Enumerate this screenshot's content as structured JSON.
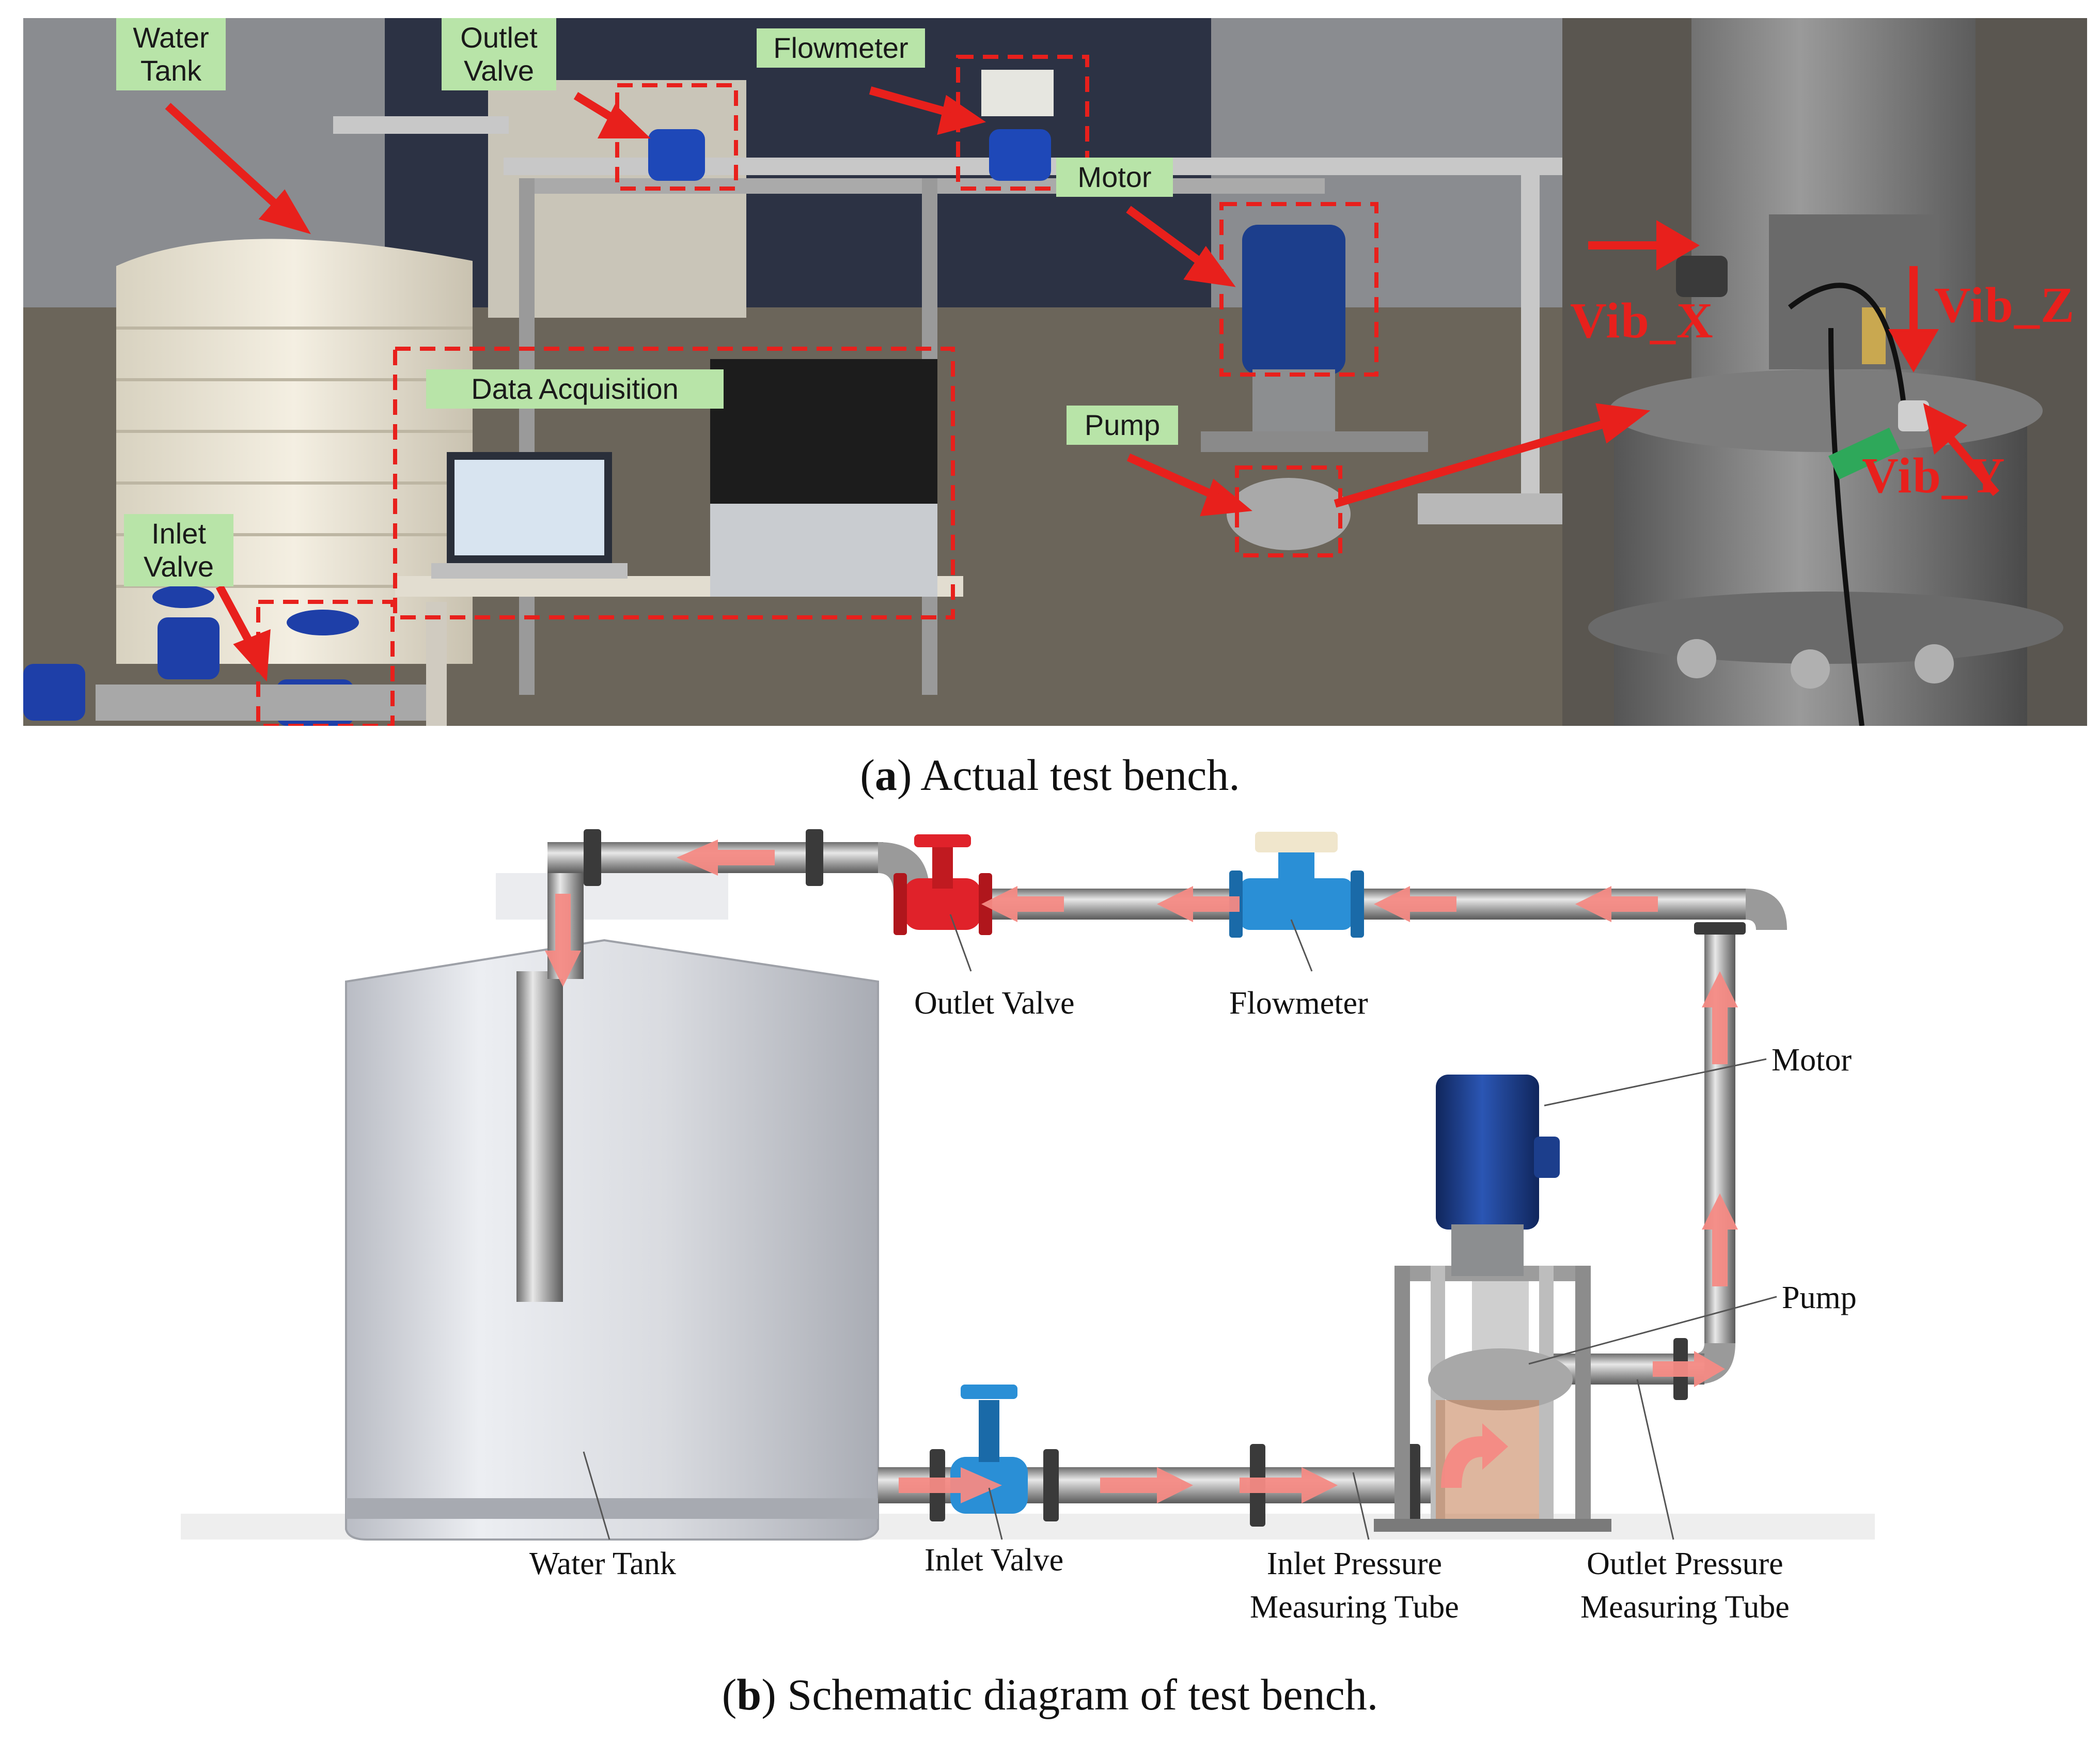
{
  "photo": {
    "labels": {
      "water_tank": "Water\nTank",
      "outlet_valve": "Outlet\nValve",
      "flowmeter": "Flowmeter",
      "motor": "Motor",
      "data_acquisition": "Data Acquisition",
      "pump": "Pump",
      "inlet_valve": "Inlet\nValve"
    },
    "vibration_sensors": [
      "Vib_X",
      "Vib_Z",
      "Vib_Y"
    ]
  },
  "caption_a": {
    "letter": "a",
    "text": "Actual test bench."
  },
  "schematic": {
    "labels": {
      "outlet_valve": "Outlet Valve",
      "flowmeter": "Flowmeter",
      "motor": "Motor",
      "pump": "Pump",
      "water_tank": "Water Tank",
      "inlet_valve": "Inlet Valve",
      "inlet_pressure_tube": "Inlet Pressure\nMeasuring Tube",
      "outlet_pressure_tube": "Outlet Pressure\nMeasuring Tube"
    }
  },
  "caption_b": {
    "letter": "b",
    "text": "Schematic diagram of test bench."
  },
  "colors": {
    "annotation_red": "#e8201c",
    "label_green": "#b8e4a8",
    "flow_arrow": "#f48a84",
    "motor_blue": "#1c3e8c",
    "valve_blue": "#2a8fd6",
    "valve_red": "#e0222a"
  }
}
